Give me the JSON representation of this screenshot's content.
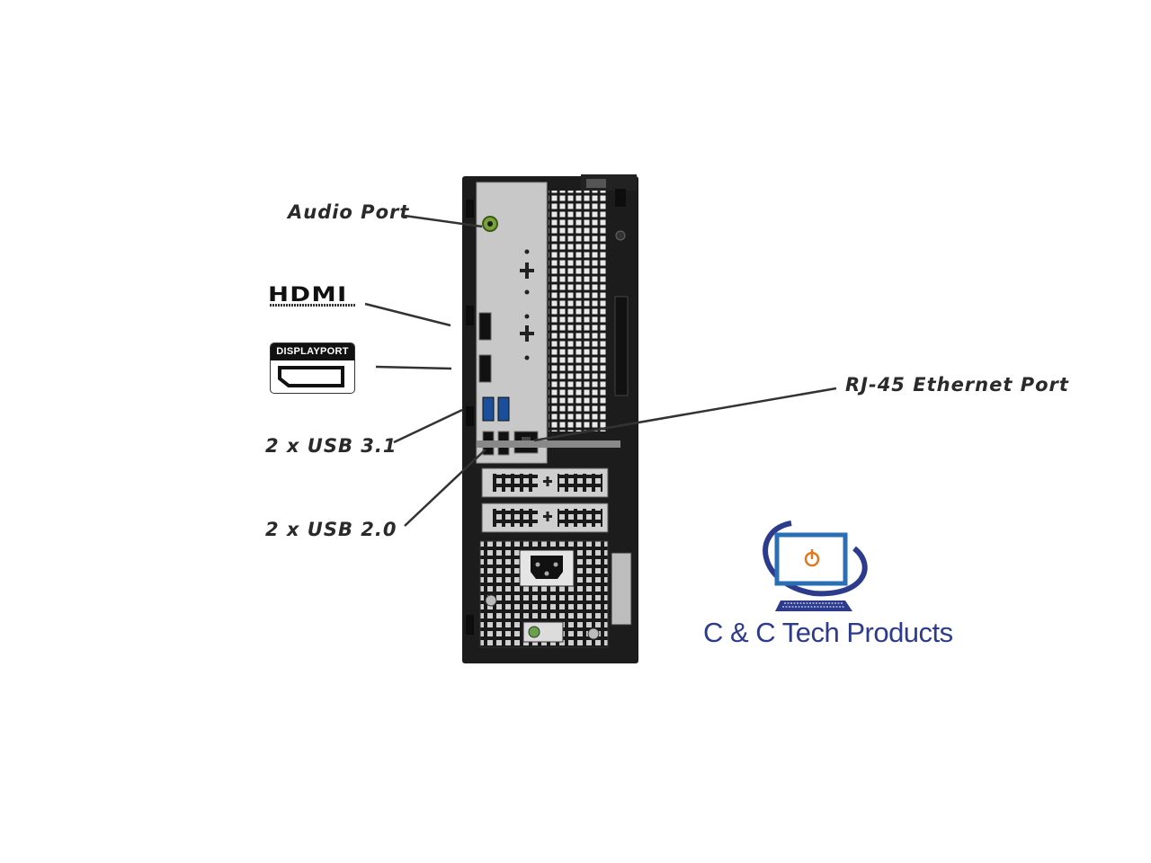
{
  "callouts": {
    "audio": "Audio Port",
    "ethernet": "RJ-45 Ethernet Port",
    "usb31": "2 x USB 3.1",
    "usb20": "2 x USB 2.0"
  },
  "logos": {
    "hdmi": "HDMI",
    "displayport": "DISPLAYPORT"
  },
  "brand": {
    "name": "C & C Tech Products",
    "color": "#2d3b8c",
    "accent": "#e07a1f",
    "icon": "monitor-power-icon"
  }
}
